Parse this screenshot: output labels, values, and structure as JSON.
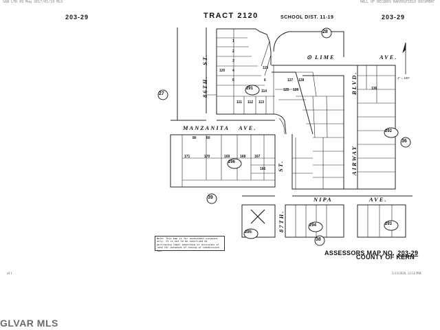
{
  "header": {
    "top_left_fine": "SAN LTR 09 Mag 2017/01/19 MLS",
    "top_right_fine": "HALL OF RECORDS BAKERSFIELD DOCUMENT",
    "left_map_no": "203-29",
    "tract": "TRACT 2120",
    "school_dist": "SCHOOL DIST. 11-19",
    "right_map_no": "203-29"
  },
  "streets": {
    "lime_prefix": "⊙",
    "lime": "LIME",
    "lime_ave": "AVE.",
    "manzanita": "MANZANITA",
    "manzanita_ave": "AVE.",
    "sixth_st": "86TH.",
    "sixth_st_suffix": "ST.",
    "lower_st": "ST.",
    "airway": "AIRWAY",
    "airway_blvd": "BLVD.",
    "nipa": "NIPA",
    "nipa_ave": "AVE.",
    "eighth_st": "87TH."
  },
  "circled": {
    "c27": "27",
    "c28": "28",
    "c36": "36",
    "c38": "38",
    "c39": "39",
    "c291": "291",
    "c292": "292",
    "c293": "293",
    "c294": "294",
    "c295": "295",
    "c296": "296"
  },
  "scale": "1\" = 100'",
  "note": "Note: This map is for assessment purposes only. It is not to be construed as portraying legal ownership or divisions of land for purposes of zoning or subdivision law.",
  "footer": {
    "title_prefix": "ASSESSORS MAP NO.",
    "map_no": "203-29",
    "county": "COUNTY OF KERN",
    "page": "of 1",
    "date": "5/13/2026, 12:52 PM"
  },
  "watermark": "GLVAR MLS",
  "lots": {
    "l1": "1",
    "l2": "2",
    "l3": "3",
    "l4": "4",
    "l5": "5",
    "l6": "6",
    "l111": "111",
    "l112": "112",
    "l113": "113",
    "l114": "114",
    "l125": "125",
    "l126": "126",
    "l127": "127",
    "l128": "128",
    "l136": "136",
    "l171": "171",
    "l170": "170",
    "l169": "169",
    "l168": "168",
    "l167": "167",
    "l166": "166",
    "l115": "115",
    "dims_120": "120",
    "dims_80": "80",
    "dims_60": "60"
  }
}
